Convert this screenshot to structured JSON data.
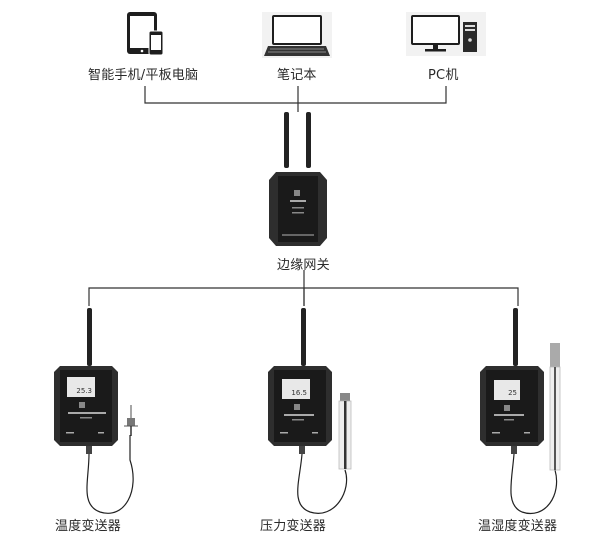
{
  "diagram": {
    "type": "network-topology",
    "top_devices": [
      {
        "id": "mobile",
        "label": "智能手机/平板电脑",
        "icon": "tablet-phone-icon"
      },
      {
        "id": "laptop",
        "label": "笔记本",
        "icon": "laptop-icon"
      },
      {
        "id": "pc",
        "label": "PC机",
        "icon": "desktop-pc-icon"
      }
    ],
    "gateway": {
      "label": "边缘网关",
      "icon": "edge-gateway-icon"
    },
    "sensors": [
      {
        "id": "temp",
        "label": "温度变送器",
        "icon": "temperature-transmitter-icon",
        "reading": "25.3"
      },
      {
        "id": "pressure",
        "label": "压力变送器",
        "icon": "pressure-transmitter-icon",
        "reading": "16.5"
      },
      {
        "id": "humidity",
        "label": "温湿度变送器",
        "icon": "humidity-transmitter-icon",
        "reading": "25"
      }
    ],
    "edges": [
      {
        "from": "gateway",
        "to": "mobile"
      },
      {
        "from": "gateway",
        "to": "laptop"
      },
      {
        "from": "gateway",
        "to": "pc"
      },
      {
        "from": "gateway",
        "to": "temp"
      },
      {
        "from": "gateway",
        "to": "pressure"
      },
      {
        "from": "gateway",
        "to": "humidity"
      }
    ],
    "colors": {
      "line": "#333333",
      "device_body": "#2b2b2b",
      "screen": "#e8e8e8",
      "frame_bg": "#f2f2f2"
    }
  }
}
